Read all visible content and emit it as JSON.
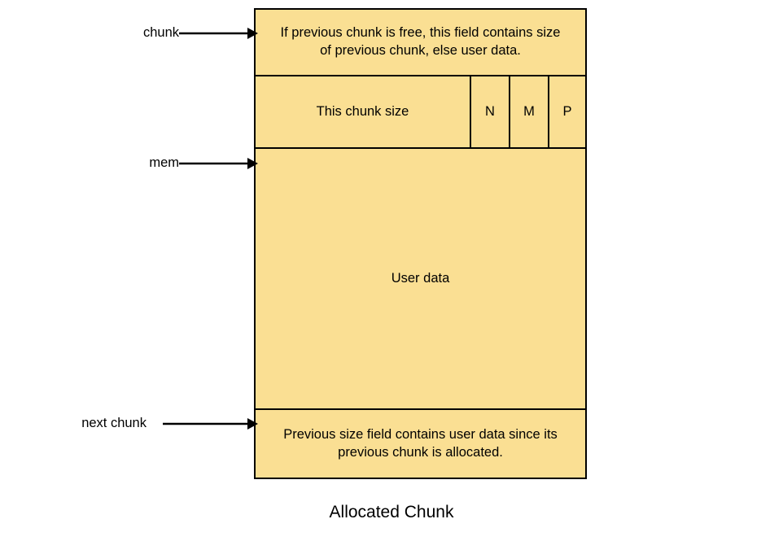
{
  "diagram": {
    "caption": "Allocated Chunk",
    "fill_color": "#fadf93",
    "border_color": "#000000",
    "pointers": [
      {
        "name": "chunk",
        "label": "chunk"
      },
      {
        "name": "mem",
        "label": "mem"
      },
      {
        "name": "next-chunk",
        "label": "next chunk"
      }
    ],
    "rows": [
      {
        "name": "prev-size-field",
        "text": "If previous chunk is free, this field contains size\nof previous chunk, else user data."
      },
      {
        "name": "chunk-size-field",
        "size_label": "This chunk size",
        "flags": [
          {
            "name": "flag-n",
            "label": "N"
          },
          {
            "name": "flag-m",
            "label": "M"
          },
          {
            "name": "flag-p",
            "label": "P"
          }
        ]
      },
      {
        "name": "user-data-field",
        "text": "User data"
      },
      {
        "name": "prev-size-note-field",
        "text": "Previous size field contains user data since its\nprevious chunk is allocated."
      }
    ]
  }
}
